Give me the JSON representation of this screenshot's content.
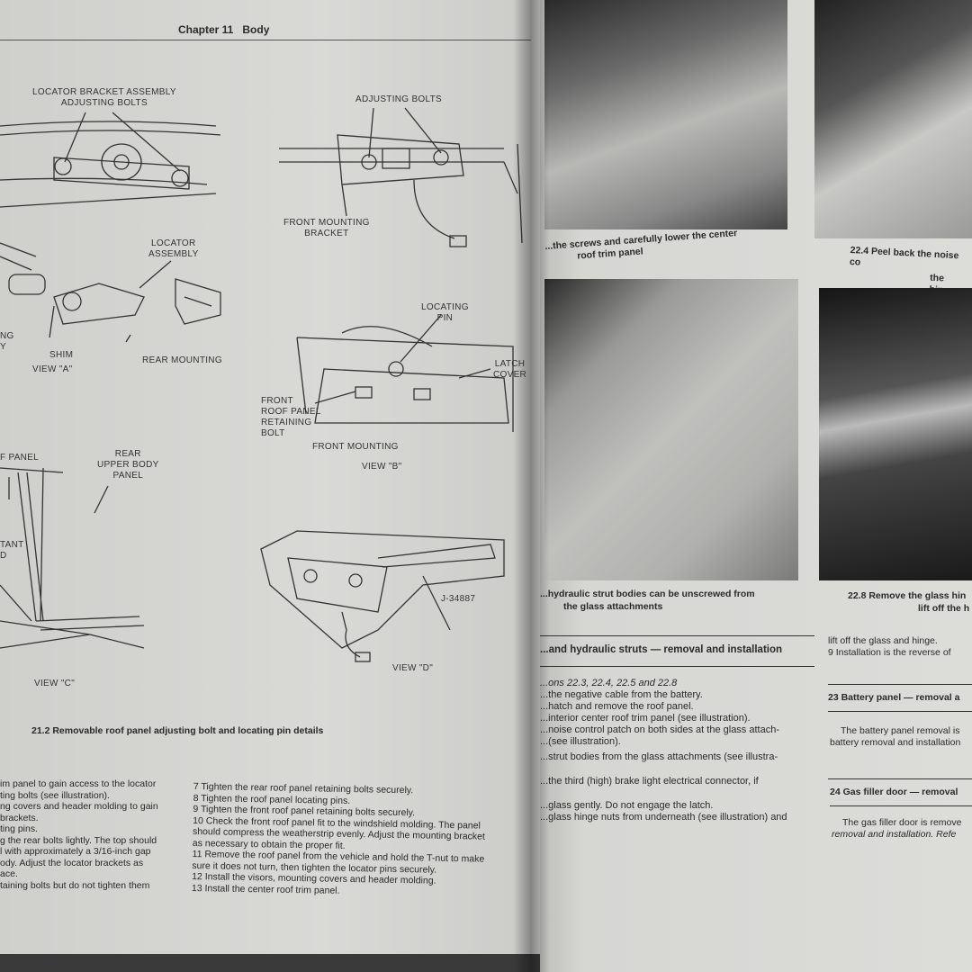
{
  "header": {
    "chapter": "Chapter 11",
    "title": "Body"
  },
  "diagrams": {
    "labels": {
      "locator_bracket": "LOCATOR BRACKET ASSEMBLY\nADJUSTING BOLTS",
      "adjusting_bolts": "ADJUSTING BOLTS",
      "front_mounting_bracket": "FRONT MOUNTING\nBRACKET",
      "locator_assembly": "LOCATOR\nASSEMBLY",
      "ng_y": "NG\nY",
      "shim": "SHIM",
      "rear_mounting": "REAR MOUNTING",
      "view_a": "VIEW \"A\"",
      "locating_pin": "LOCATING\nPIN",
      "latch_cover": "LATCH\nCOVER",
      "front_roof_bolt": "FRONT\nROOF PANEL\nRETAINING\nBOLT",
      "front_mounting": "FRONT MOUNTING",
      "view_b": "VIEW \"B\"",
      "f_panel": "F PANEL",
      "rear_upper_body_panel": "REAR\nUPPER BODY\nPANEL",
      "tant_d": "TANT\nD",
      "j34887": "J-34887",
      "view_c": "VIEW \"C\"",
      "view_d": "VIEW \"D\""
    },
    "figure_caption": "21.2  Removable roof panel adjusting bolt and locating pin details"
  },
  "left_text": {
    "col1": [
      "im panel to gain access to the locator",
      "ting bolts (see illustration).",
      "ng covers and header molding to gain",
      "brackets.",
      "ting pins.",
      "g the rear bolts lightly. The top should",
      "l with approximately a 3/16-inch gap",
      "ody. Adjust the locator brackets as",
      "ace.",
      "taining bolts but do not tighten them"
    ],
    "col2": [
      "7   Tighten the rear roof panel retaining bolts securely.",
      "8   Tighten the roof panel locating pins.",
      "9   Tighten the front roof panel retaining bolts securely.",
      "10  Check the front roof panel fit to the windshield molding. The panel",
      "should compress the weatherstrip evenly. Adjust the mounting bracket",
      "as necessary to obtain the proper fit.",
      "11  Remove the roof panel from the vehicle and hold the T-nut to make",
      "sure it does not turn, then tighten the locator pins securely.",
      "12  Install the visors, mounting covers and header molding.",
      "13  Install the center roof trim panel."
    ]
  },
  "right_page": {
    "caption_22_3": [
      "...the screws and carefully lower the center",
      "roof trim panel"
    ],
    "caption_22_4": [
      "22.4  Peel back the noise co",
      "the hinge"
    ],
    "caption_22_5": [
      "...hydraulic strut bodies can be unscrewed from",
      "the glass attachments"
    ],
    "caption_22_8": [
      "22.8  Remove the glass hin",
      "lift off the h"
    ],
    "section22_title": "...and hydraulic struts  —  removal and installation",
    "section22_ref": "...ons 22.3, 22.4, 22.5 and 22.8",
    "section22_lines": [
      "...the negative cable from the battery.",
      "...hatch and remove the roof panel.",
      "...interior center roof trim panel (see illustration).",
      "...noise control patch on both sides at the glass attach-",
      "...(see illustration).",
      "...strut bodies from the glass attachments (see illustra-",
      "",
      "...the third (high) brake light electrical connector, if",
      "",
      "...glass gently. Do not engage the latch.",
      "...glass hinge nuts from underneath (see illustration) and"
    ],
    "col2_lines": [
      "lift off the glass and hinge.",
      "9   Installation is the reverse of"
    ],
    "section23_title": "23  Battery panel  —  removal a",
    "section23_text": [
      "The battery panel removal is",
      "battery removal and installation"
    ],
    "section24_title": "24  Gas filler door  —  removal",
    "section24_text": [
      "The gas filler door is remove",
      "removal and installation. Refe"
    ]
  }
}
